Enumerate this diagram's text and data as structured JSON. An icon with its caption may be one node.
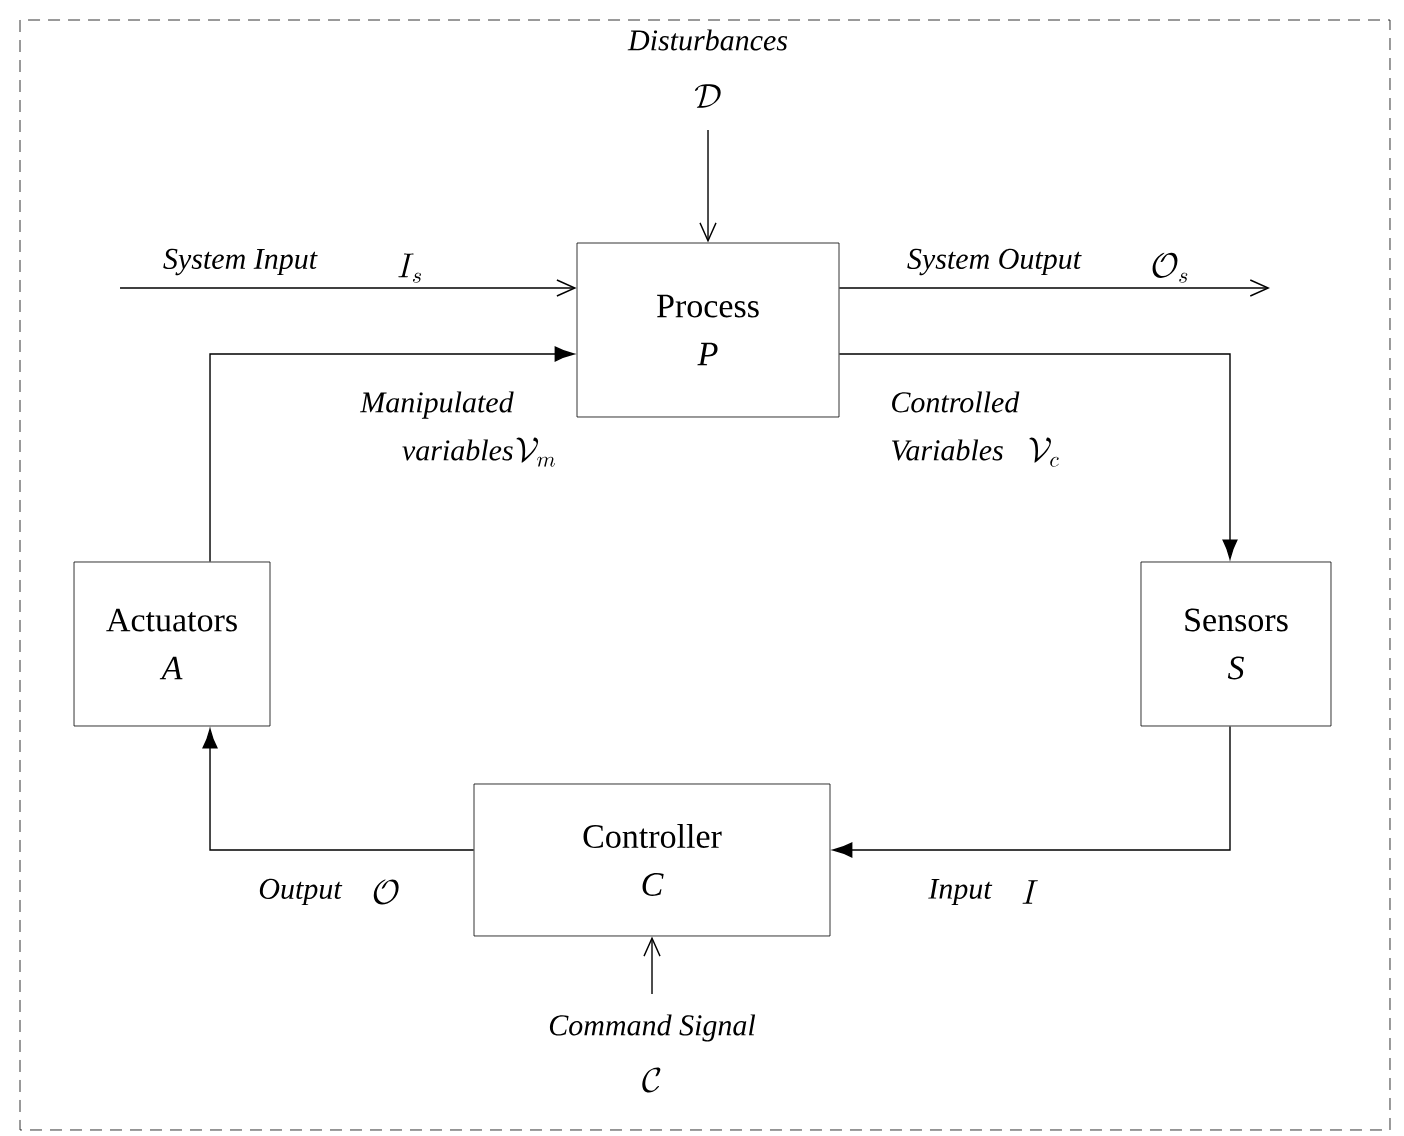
{
  "diagram": {
    "nodes": [
      {
        "text": [
          "Process",
          "P"
        ]
      },
      {
        "text": [
          "Actuators",
          "A"
        ]
      },
      {
        "text": [
          "Sensors",
          "S"
        ]
      },
      {
        "text": [
          "Controller",
          "C"
        ]
      }
    ],
    "edges": [
      {
        "from": null,
        "to": 0,
        "arrow": "to",
        "label": "System Input"
      },
      {
        "from": null,
        "to": 0,
        "arrow": "to",
        "label": "Disturbances"
      },
      {
        "from": 0,
        "to": null,
        "arrow": "to",
        "label": "System Output"
      },
      {
        "from": 1,
        "to": 0,
        "arrow": "to",
        "label": "Manipulated variables"
      },
      {
        "from": 0,
        "to": 2,
        "arrow": "to",
        "label": "Controlled Variables"
      },
      {
        "from": 2,
        "to": 3,
        "arrow": "to",
        "label": "Input"
      },
      {
        "from": 3,
        "to": 1,
        "arrow": "to",
        "label": "Output"
      },
      {
        "from": null,
        "to": 3,
        "arrow": "to",
        "label": "Command Signal"
      }
    ],
    "labels": [
      "\\mathcal{D}",
      "I_s",
      "\\mathcal{O}_s",
      "\\mathcal{V}_m",
      "\\mathcal{V}_c",
      "\\mathcal{O}",
      "I",
      "\\mathcal{C}"
    ]
  }
}
